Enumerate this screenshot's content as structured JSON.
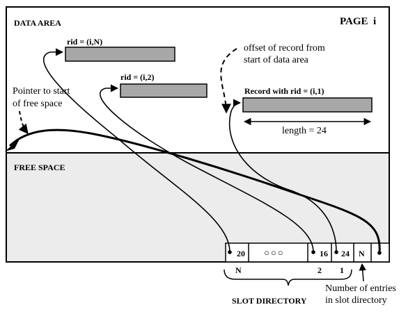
{
  "page": {
    "data_area_label": "DATA AREA",
    "page_label": "PAGE  i",
    "free_space_label": "FREE SPACE"
  },
  "records": {
    "rid_n": "rid = (i,N)",
    "rid_2": "rid = (i,2)",
    "rid_1": "Record with rid = (i,1)"
  },
  "annotations": {
    "offset_line1": "offset of record from",
    "offset_line2": "start of data area",
    "pointer_line1": "Pointer to start",
    "pointer_line2": "of free space",
    "length": "length = 24",
    "num_entries_line1": "Number of entries",
    "num_entries_line2": "in slot directory",
    "slot_directory": "SLOT DIRECTORY"
  },
  "slot_directory": {
    "slot_n_offset": "20",
    "ellipsis": "○○○",
    "slot_2_offset": "16",
    "slot_1_offset": "24",
    "count_cell": "N",
    "index_n": "N",
    "index_2": "2",
    "index_1": "1"
  },
  "colors": {
    "free_space_fill": "#ececec",
    "record_fill": "#a8a8a8",
    "line": "#000000"
  }
}
